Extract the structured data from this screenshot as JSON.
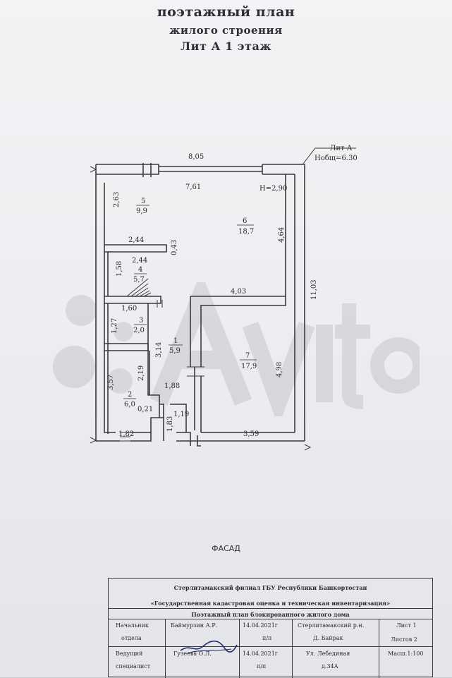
{
  "title": {
    "line1": "поэтажный план",
    "line2": "жилого строения",
    "line3": "Лит А 1 этаж"
  },
  "plan": {
    "dims": {
      "top_outer": "8,05",
      "top_inner": "7,61",
      "height": "Н=2,90",
      "left_top": "2,63",
      "d_244a": "2,44",
      "d_043": "0,43",
      "d_244b": "2,44",
      "d_158": "1,58",
      "d_403": "4,03",
      "d_464": "4,64",
      "d_1103": "11,03",
      "d_160": "1,60",
      "d_127": "1,27",
      "d_314": "3,14",
      "d_219": "2,19",
      "d_357": "3,57",
      "d_188": "1,88",
      "d_021": "0,21",
      "d_119": "1,19",
      "d_183": "1,83",
      "d_182": "1,82",
      "d_359": "3,59",
      "d_498": "4,98"
    },
    "lit_label": "Лит А",
    "nobsh_label": "Нобщ=6.30",
    "rooms": [
      {
        "num": "5",
        "area": "9,9"
      },
      {
        "num": "6",
        "area": "18,7"
      },
      {
        "num": "4",
        "area": "5,7"
      },
      {
        "num": "3",
        "area": "2,0"
      },
      {
        "num": "1",
        "area": "5,9"
      },
      {
        "num": "7",
        "area": "17,9"
      },
      {
        "num": "2",
        "area": "6,0"
      }
    ]
  },
  "facade_label": "ФАСАД",
  "stamp": {
    "org_line1": "Стерлитамакский филиал ГБУ Республики Башкортостан",
    "org_line2": "«Государственная кадастровая оценка и техническая инвентаризация»",
    "doc_title": "Поэтажный план блокированного жилого дома",
    "r1_role_a": "Начальник",
    "r1_role_b": "отдела",
    "r1_name": "Баймурзин А.Р.",
    "r1_date": "14.04.2021г",
    "r1_np": "п/п",
    "r2_role_a": "Ведущий",
    "r2_role_b": "специалист",
    "r2_name": "Гузеева О.Л.",
    "r2_date": "14.04.2021г",
    "r2_np": "п/п",
    "addr1": "Стерлитамакский р.н.",
    "addr2": "Д. Байрак",
    "addr3": "Ул. Лебединая",
    "addr4": "д.34А",
    "sheet": "Лист 1",
    "sheets": "Листов 2",
    "scale": "Масш.1:100"
  }
}
